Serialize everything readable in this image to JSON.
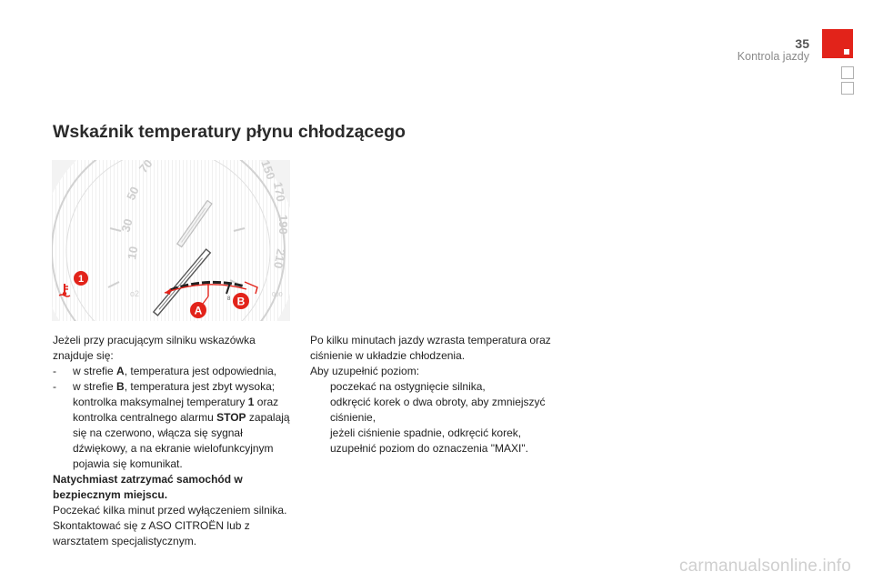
{
  "header": {
    "page_number": "35",
    "section": "Kontrola jazdy"
  },
  "title": "Wskaźnik temperatury płynu chłodzącego",
  "figure": {
    "scale_left": [
      "10",
      "30",
      "50",
      "70"
    ],
    "scale_right": [
      "150",
      "170",
      "190",
      "210"
    ],
    "marker_a": "A",
    "marker_b": "B",
    "marker_1": "1",
    "icons": [
      "coolant-temperature-icon"
    ],
    "accent_color": "#e2231a"
  },
  "left_column": {
    "intro": "Jeżeli przy pracującym silniku wskazówka znajduje się:",
    "item_a": {
      "dash": "-",
      "prefix": "w strefie ",
      "zone": "A",
      "text": ", temperatura jest odpowiednia,"
    },
    "item_b": {
      "dash": "-",
      "prefix": "w strefie ",
      "zone": "B",
      "text1": ", temperatura jest zbyt wysoka; kontrolka maksymalnej temperatury ",
      "num": "1",
      "text2": " oraz kontrolka centralnego alarmu ",
      "stop": "STOP",
      "text3": " zapalają się na czerwono, włącza się sygnał dźwiękowy, a na ekranie wielofunkcyjnym pojawia się komunikat."
    },
    "warning": "Natychmiast zatrzymać samochód w bezpiecznym miejscu.",
    "after": "Poczekać kilka minut przed wyłączeniem silnika. Skontaktować się z ASO CITROËN lub z warsztatem specjalistycznym."
  },
  "right_column": {
    "intro": "Po kilku minutach jazdy wzrasta temperatura oraz ciśnienie w układzie chłodzenia.",
    "lead": "Aby uzupełnić poziom:",
    "bullet": "",
    "steps": [
      "poczekać na ostygnięcie silnika,",
      "odkręcić korek o dwa obroty, aby zmniejszyć ciśnienie,",
      "jeżeli ciśnienie spadnie, odkręcić korek,",
      "uzupełnić poziom do oznaczenia \"MAXI\"."
    ]
  },
  "footer": {
    "watermark": "carmanualsonline.info"
  }
}
